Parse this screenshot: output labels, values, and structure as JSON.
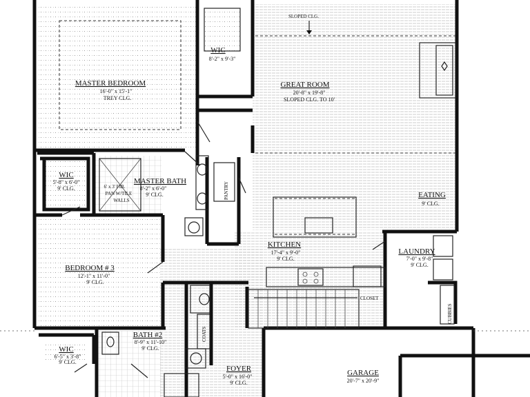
{
  "rooms": {
    "master_bedroom": {
      "name": "MASTER BEDROOM",
      "dims": "16'-0\" x 15'-1\"",
      "ceiling": "TREY CLG."
    },
    "wic_master": {
      "name": "WIC",
      "dims": "8'-2\" x 9'-3\""
    },
    "great_room": {
      "name": "GREAT ROOM",
      "dims": "20'-8\" x 19'-8\"",
      "ceiling": "SLOPED CLG. TO 10'"
    },
    "sloped_note": {
      "text": "SLOPED CLG."
    },
    "wic_left": {
      "name": "WIC",
      "dims": "5'-8\" x 6'-0\"",
      "ceiling": "9' CLG."
    },
    "master_bath": {
      "name": "MASTER BATH",
      "dims": "8'-2\" x 6'-0\"",
      "ceiling": "9' CLG."
    },
    "shower": {
      "line1": "6' x 3' FIB.",
      "line2": "PAN W/TILE",
      "line3": "WALLS"
    },
    "pantry": {
      "name": "PANTRY"
    },
    "eating": {
      "name": "EATING",
      "ceiling": "9' CLG."
    },
    "kitchen": {
      "name": "KITCHEN",
      "dims": "17'-4\" x 9'-0\"",
      "ceiling": "9' CLG."
    },
    "laundry": {
      "name": "LAUNDRY",
      "dims": "7'-0\" x 9'-8\"",
      "ceiling": "9' CLG."
    },
    "bedroom3": {
      "name": "BEDROOM # 3",
      "dims": "12'-1\" x 11'-0\"",
      "ceiling": "9' CLG."
    },
    "closet": {
      "name": "CLOSET"
    },
    "cubbies": {
      "name": "CUBBIES"
    },
    "bath2": {
      "name": "BATH #2",
      "dims": "8'-9\" x 11'-10\"",
      "ceiling": "9' CLG."
    },
    "coats": {
      "name": "COATS"
    },
    "wic_bottom": {
      "name": "WIC",
      "dims": "6'-5\" x 3'-8\"",
      "ceiling": "9' CLG."
    },
    "foyer": {
      "name": "FOYER",
      "dims": "5'-0\" x 16'-0\"",
      "ceiling": "9' CLG."
    },
    "garage": {
      "name": "GARAGE",
      "dims": "20'-7\" x 20'-9\""
    }
  },
  "colors": {
    "wall": "#111111",
    "floor_pattern": "#bbbbbb",
    "background": "#ffffff"
  }
}
